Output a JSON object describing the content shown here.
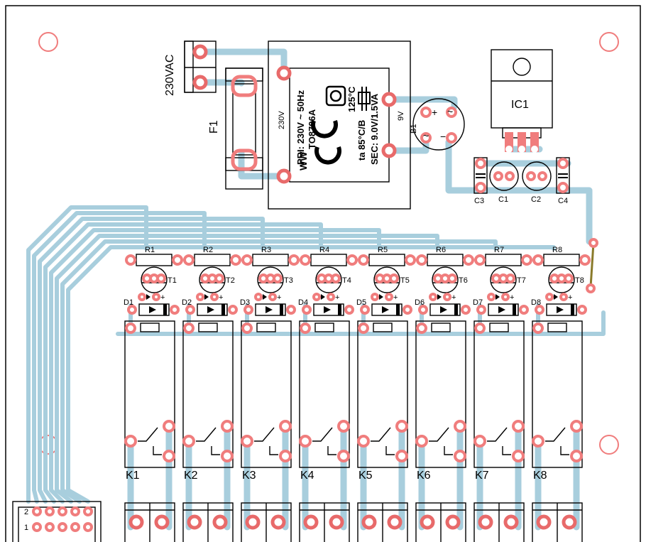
{
  "board": {
    "power_label": "230VAC",
    "fuse_label": "F1",
    "transformer": {
      "brand": "WW",
      "model": "TO8796A",
      "primary": "PRI: 230V ~ 50Hz",
      "temp_rating": "125°C",
      "ambient": "ta 85°C/B",
      "secondary": "SEC: 9.0V/1.5VA",
      "pin_left": "230V",
      "pin_right": "9V"
    },
    "bridge_label": "B1",
    "bridge_plus": "+",
    "bridge_minus": "−",
    "bridge_ac": "~",
    "regulator_label": "IC1",
    "cap_labels": [
      "C1",
      "C2",
      "C3",
      "C4"
    ],
    "resistors": [
      "R1",
      "R2",
      "R3",
      "R4",
      "R5",
      "R6",
      "R7",
      "R8"
    ],
    "transistors": [
      "T1",
      "T2",
      "T3",
      "T4",
      "T5",
      "T6",
      "T7",
      "T8"
    ],
    "diodes": [
      "D1",
      "D2",
      "D3",
      "D4",
      "D5",
      "D6",
      "D7",
      "D8"
    ],
    "relays": [
      "K1",
      "K2",
      "K3",
      "K4",
      "K5",
      "K6",
      "K7",
      "K8"
    ],
    "diode_plus": "+",
    "header_pin_labels": [
      "2",
      "1"
    ]
  }
}
